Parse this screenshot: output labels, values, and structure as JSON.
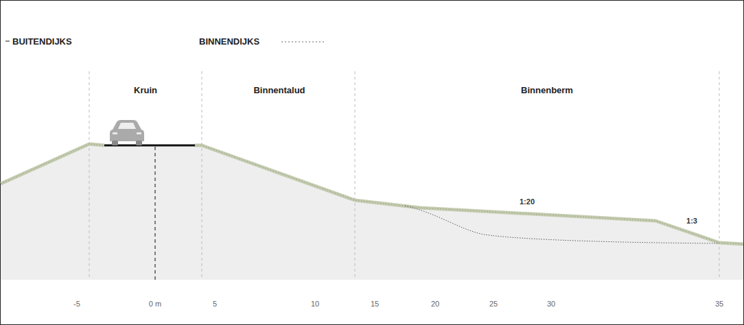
{
  "diagram": {
    "labels": [
      "Kruin",
      "Binnentalud",
      "Binnenberm",
      "1:20",
      "1:3",
      "-5",
      "0 m",
      "5",
      "10",
      "15",
      "20",
      "25",
      "30",
      "35"
    ],
    "legend": [
      {
        "text": "BUITENDIJKS"
      },
      {
        "text": "BINNENDIJKS"
      }
    ]
  }
}
